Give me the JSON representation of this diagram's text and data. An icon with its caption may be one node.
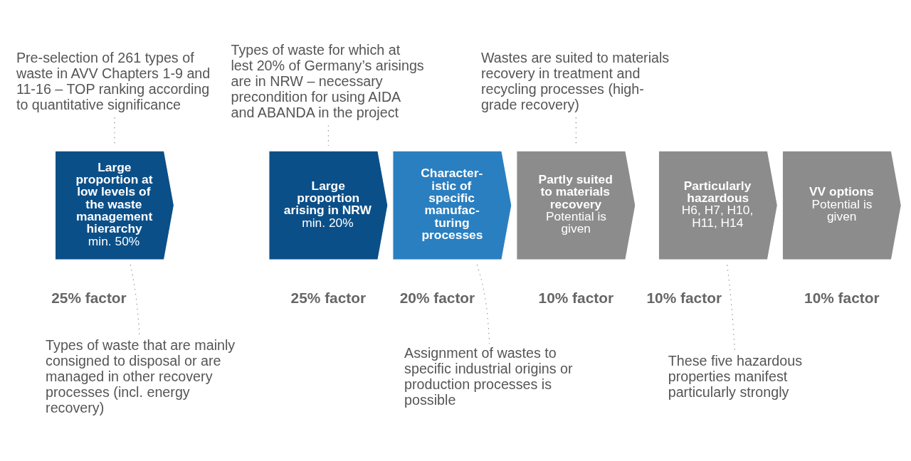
{
  "diagram": {
    "nodes": [
      {
        "text": [
          "Large proportion at low levels of the waste management hierarchy",
          "min. 50%"
        ],
        "beside": [
          "25% factor"
        ]
      },
      {
        "text": [
          "Large proportion arising in NRW",
          "min. 20%"
        ],
        "beside": [
          "25% factor"
        ]
      },
      {
        "text": [
          "Character- istic of specific manufac- turing processes"
        ],
        "beside": [
          "20% factor"
        ]
      },
      {
        "text": [
          "Partly suited to materials recovery",
          "Potential is given"
        ],
        "beside": [
          "10% factor"
        ]
      },
      {
        "text": [
          "Particularly hazardous",
          "H6, H7, H10, H11, H14"
        ],
        "beside": [
          "10% factor"
        ]
      },
      {
        "text": [
          "VV options",
          "Potential is given"
        ],
        "beside": [
          "10% factor"
        ]
      },
      {
        "text": [
          "Pre-selection of 261 types of waste in AVV Chapters 1-9 and 11-16 – TOP ranking according to quantitative significance"
        ]
      },
      {
        "text": [
          "Types of waste for which at lest 20% of Germany’s arisings are in NRW – necessary precondition for using AIDA and ABANDA in the project"
        ]
      },
      {
        "text": [
          "Wastes are suited to materials recovery in treatment and recycling processes (high-grade recovery)"
        ]
      },
      {
        "text": [
          "Types of waste that are mainly consigned to disposal or are managed in other recovery processes (incl. energy recovery)"
        ]
      },
      {
        "text": [
          "Assignment of wastes to specific industrial origins or production processes is possible"
        ]
      },
      {
        "text": [
          "These five hazardous properties manifest particularly strongly"
        ]
      }
    ],
    "edges": [
      {
        "from": 6,
        "to": 0,
        "arrow": "none",
        "style": "dashed"
      },
      {
        "from": 7,
        "to": 1,
        "arrow": "none",
        "style": "dashed"
      },
      {
        "from": 8,
        "to": 3,
        "arrow": "none",
        "style": "dashed"
      },
      {
        "from": 0,
        "to": 9,
        "arrow": "none",
        "style": "dashed"
      },
      {
        "from": 2,
        "to": 10,
        "arrow": "none",
        "style": "dashed"
      },
      {
        "from": 4,
        "to": 11,
        "arrow": "none",
        "style": "dashed"
      }
    ]
  }
}
